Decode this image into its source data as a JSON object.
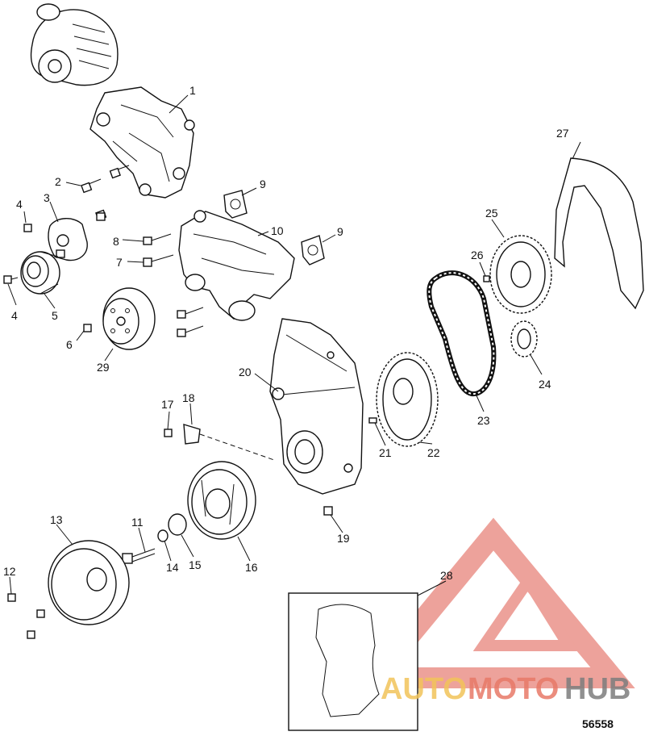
{
  "diagram": {
    "callouts": [
      {
        "id": "c1",
        "label": "1"
      },
      {
        "id": "c2",
        "label": "2"
      },
      {
        "id": "c3",
        "label": "3"
      },
      {
        "id": "c4a",
        "label": "4"
      },
      {
        "id": "c4b",
        "label": "4"
      },
      {
        "id": "c5",
        "label": "5"
      },
      {
        "id": "c6",
        "label": "6"
      },
      {
        "id": "c7",
        "label": "7"
      },
      {
        "id": "c8",
        "label": "8"
      },
      {
        "id": "c9a",
        "label": "9"
      },
      {
        "id": "c9b",
        "label": "9"
      },
      {
        "id": "c10",
        "label": "10"
      },
      {
        "id": "c11",
        "label": "11"
      },
      {
        "id": "c12",
        "label": "12"
      },
      {
        "id": "c13",
        "label": "13"
      },
      {
        "id": "c14",
        "label": "14"
      },
      {
        "id": "c15",
        "label": "15"
      },
      {
        "id": "c16",
        "label": "16"
      },
      {
        "id": "c17",
        "label": "17"
      },
      {
        "id": "c18",
        "label": "18"
      },
      {
        "id": "c19",
        "label": "19"
      },
      {
        "id": "c20",
        "label": "20"
      },
      {
        "id": "c21",
        "label": "21"
      },
      {
        "id": "c22",
        "label": "22"
      },
      {
        "id": "c23",
        "label": "23"
      },
      {
        "id": "c24",
        "label": "24"
      },
      {
        "id": "c25",
        "label": "25"
      },
      {
        "id": "c26",
        "label": "26"
      },
      {
        "id": "c27",
        "label": "27"
      },
      {
        "id": "c28",
        "label": "28"
      },
      {
        "id": "c29",
        "label": "29"
      }
    ],
    "figure_code": "56558"
  },
  "watermark": {
    "part1": "AUTO",
    "part2": "MOTO",
    "part3": "HUB",
    "colors": {
      "auto": "#f2c45a",
      "moto": "#e87a68",
      "hub": "#7d7d7d",
      "logo": "#e8847a"
    }
  }
}
